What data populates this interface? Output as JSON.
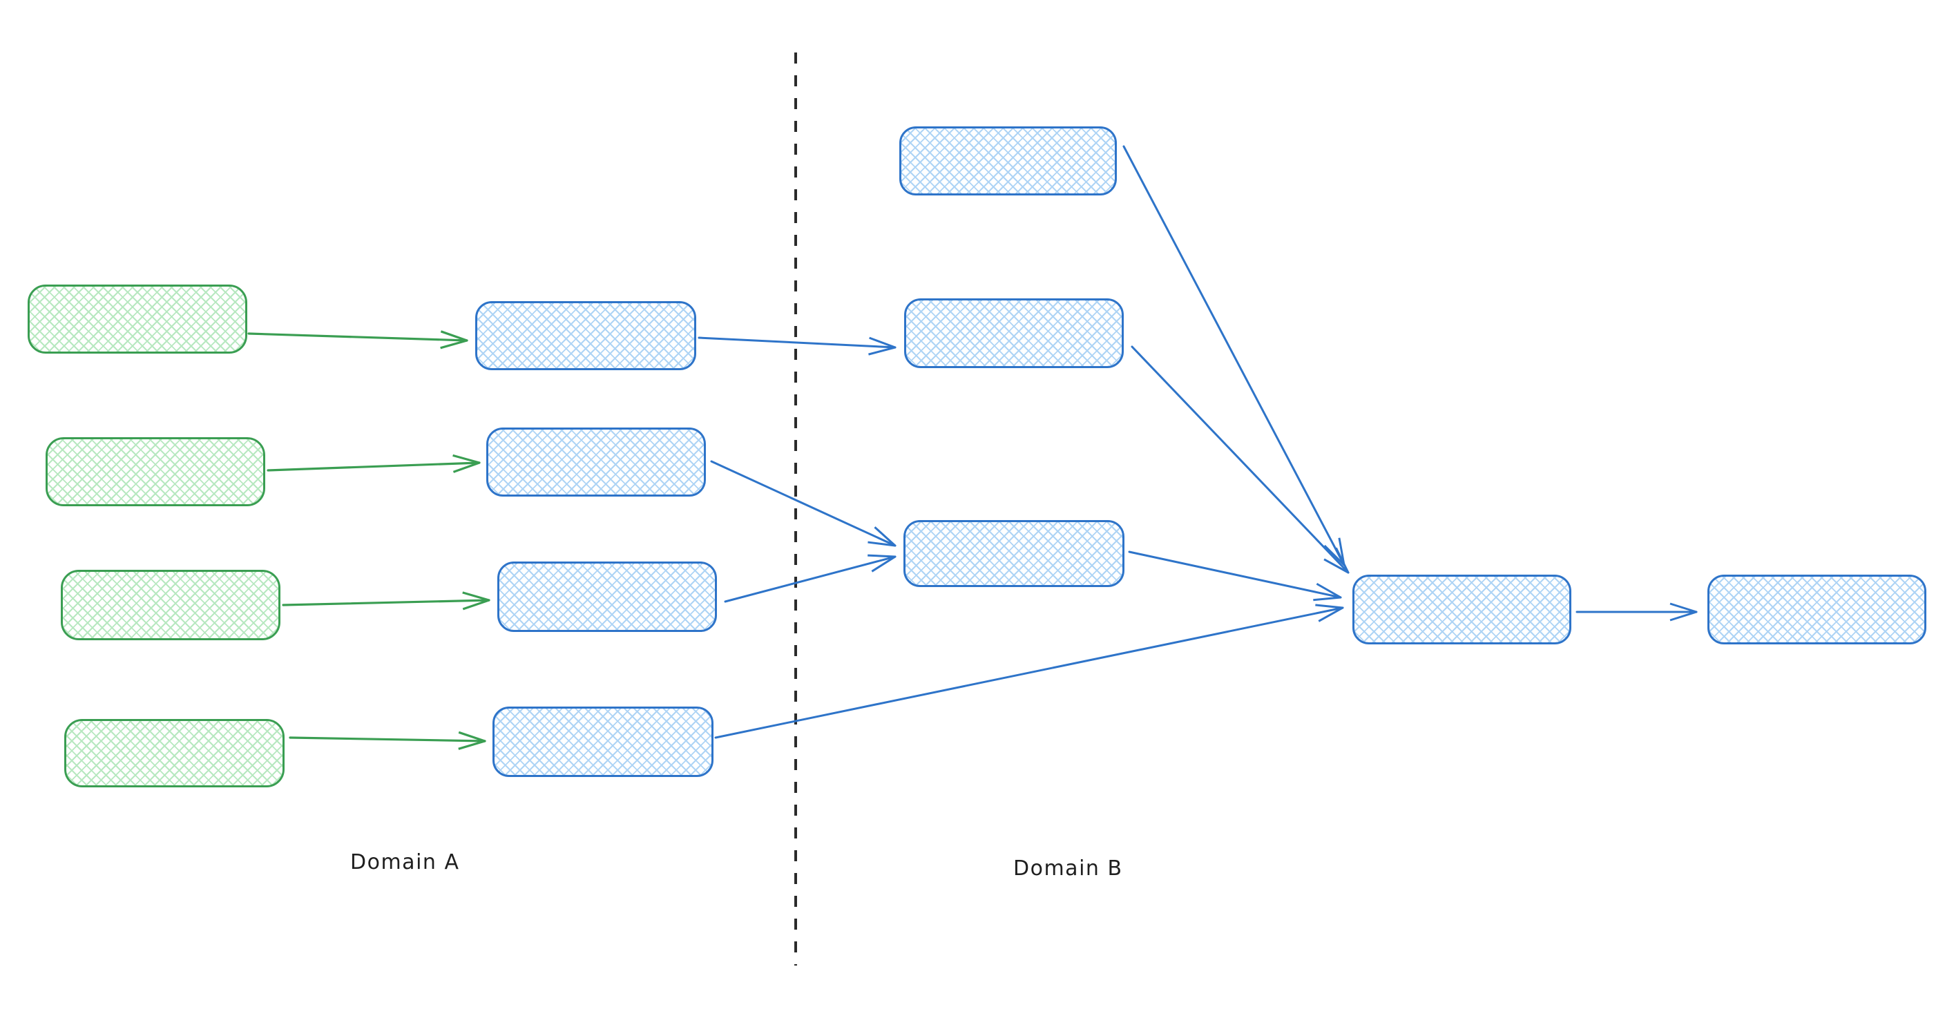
{
  "labels": {
    "domain_a": "Domain A",
    "domain_b": "Domain B"
  },
  "colors": {
    "background": "#ffffff",
    "green_stroke": "#3a9e52",
    "green_fill": "#b7e8c0",
    "blue_stroke": "#2e74c9",
    "blue_fill": "#aed4f5",
    "divider": "#2b2b2b",
    "label_text": "#1f1f1f"
  },
  "diagram": {
    "type": "flowchart",
    "divider": {
      "orientation": "vertical",
      "style": "dashed",
      "separates": [
        "Domain A",
        "Domain B"
      ]
    },
    "regions": [
      {
        "label": "Domain A",
        "side": "left"
      },
      {
        "label": "Domain B",
        "side": "right"
      }
    ],
    "nodes": [
      {
        "id": "a-source-1",
        "region": "Domain A",
        "color": "green",
        "fill": "cross-hatch",
        "text": ""
      },
      {
        "id": "a-source-2",
        "region": "Domain A",
        "color": "green",
        "fill": "cross-hatch",
        "text": ""
      },
      {
        "id": "a-source-3",
        "region": "Domain A",
        "color": "green",
        "fill": "cross-hatch",
        "text": ""
      },
      {
        "id": "a-source-4",
        "region": "Domain A",
        "color": "green",
        "fill": "cross-hatch",
        "text": ""
      },
      {
        "id": "a-process-1",
        "region": "Domain A",
        "color": "blue",
        "fill": "cross-hatch",
        "text": ""
      },
      {
        "id": "a-process-2",
        "region": "Domain A",
        "color": "blue",
        "fill": "cross-hatch",
        "text": ""
      },
      {
        "id": "a-process-3",
        "region": "Domain A",
        "color": "blue",
        "fill": "cross-hatch",
        "text": ""
      },
      {
        "id": "a-process-4",
        "region": "Domain A",
        "color": "blue",
        "fill": "cross-hatch",
        "text": ""
      },
      {
        "id": "b-top",
        "region": "Domain B",
        "color": "blue",
        "fill": "cross-hatch",
        "text": ""
      },
      {
        "id": "b-middle",
        "region": "Domain B",
        "color": "blue",
        "fill": "cross-hatch",
        "text": ""
      },
      {
        "id": "b-lower",
        "region": "Domain B",
        "color": "blue",
        "fill": "cross-hatch",
        "text": ""
      },
      {
        "id": "b-merge",
        "region": "Domain B",
        "color": "blue",
        "fill": "cross-hatch",
        "text": ""
      },
      {
        "id": "b-output",
        "region": "Domain B",
        "color": "blue",
        "fill": "cross-hatch",
        "text": ""
      }
    ],
    "edges": [
      {
        "from": "a-source-1",
        "to": "a-process-1",
        "color": "green"
      },
      {
        "from": "a-source-2",
        "to": "a-process-2",
        "color": "green"
      },
      {
        "from": "a-source-3",
        "to": "a-process-3",
        "color": "green"
      },
      {
        "from": "a-source-4",
        "to": "a-process-4",
        "color": "green"
      },
      {
        "from": "a-process-1",
        "to": "b-middle",
        "color": "blue"
      },
      {
        "from": "a-process-2",
        "to": "b-lower",
        "color": "blue"
      },
      {
        "from": "a-process-3",
        "to": "b-lower",
        "color": "blue"
      },
      {
        "from": "a-process-4",
        "to": "b-merge",
        "color": "blue"
      },
      {
        "from": "b-top",
        "to": "b-merge",
        "color": "blue"
      },
      {
        "from": "b-middle",
        "to": "b-merge",
        "color": "blue"
      },
      {
        "from": "b-lower",
        "to": "b-merge",
        "color": "blue"
      },
      {
        "from": "b-merge",
        "to": "b-output",
        "color": "blue"
      }
    ]
  }
}
